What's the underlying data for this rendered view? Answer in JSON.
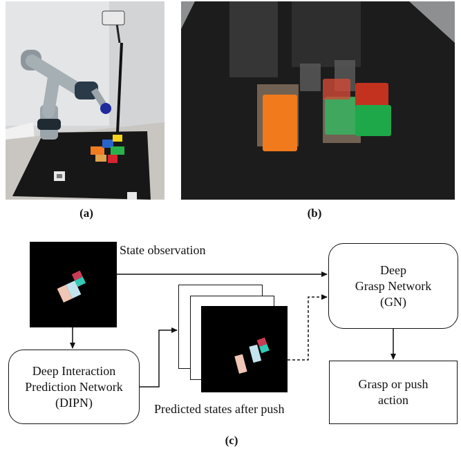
{
  "captions": {
    "a": "(a)",
    "b": "(b)",
    "c": "(c)"
  },
  "diagram": {
    "state_observation": "State observation",
    "dipn": [
      "Deep Interaction",
      "Prediction Network",
      "(DIPN)"
    ],
    "predicted_states": "Predicted states after push",
    "grasp_network": [
      "Deep",
      "Grasp Network",
      "(GN)"
    ],
    "action": [
      "Grasp or push",
      "action"
    ]
  }
}
